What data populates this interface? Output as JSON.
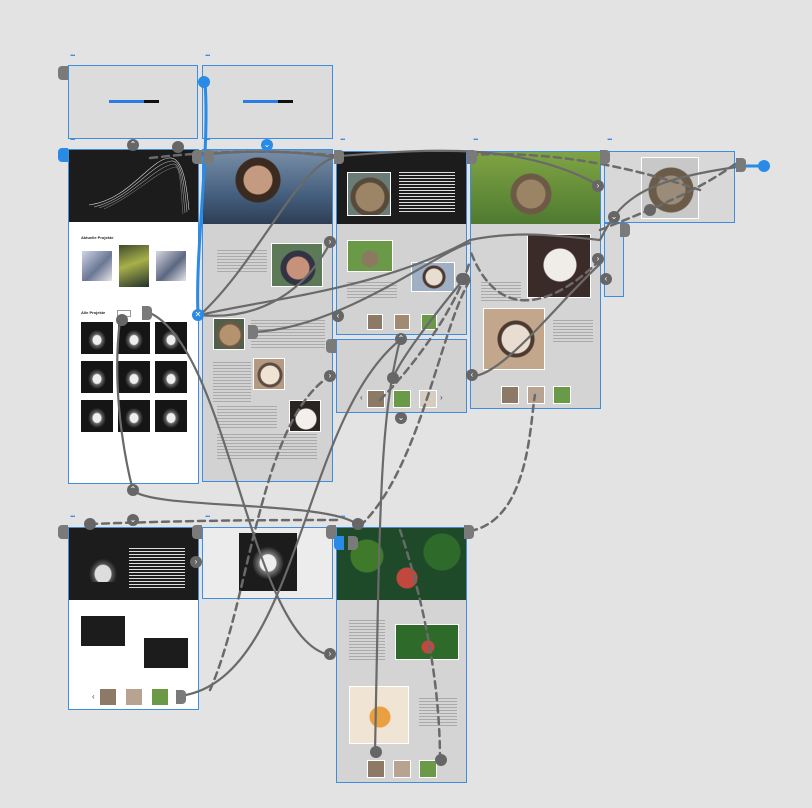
{
  "artboard_tag": "...",
  "grid_heading_1": "Aktuelle Projekte",
  "grid_heading_2": "Alle Projekte",
  "loader_progress": [
    0.7,
    0.7
  ],
  "carousel_prev": "‹",
  "carousel_next": "›",
  "close_glyph": "✕",
  "colors": {
    "connector": "#6a6a6a",
    "selection": "#2a8be6",
    "artboard_border": "#3d8de0"
  },
  "icons": [
    "close-icon",
    "chevron-left-icon",
    "chevron-right-icon",
    "chevron-up-icon",
    "chevron-down-icon"
  ]
}
